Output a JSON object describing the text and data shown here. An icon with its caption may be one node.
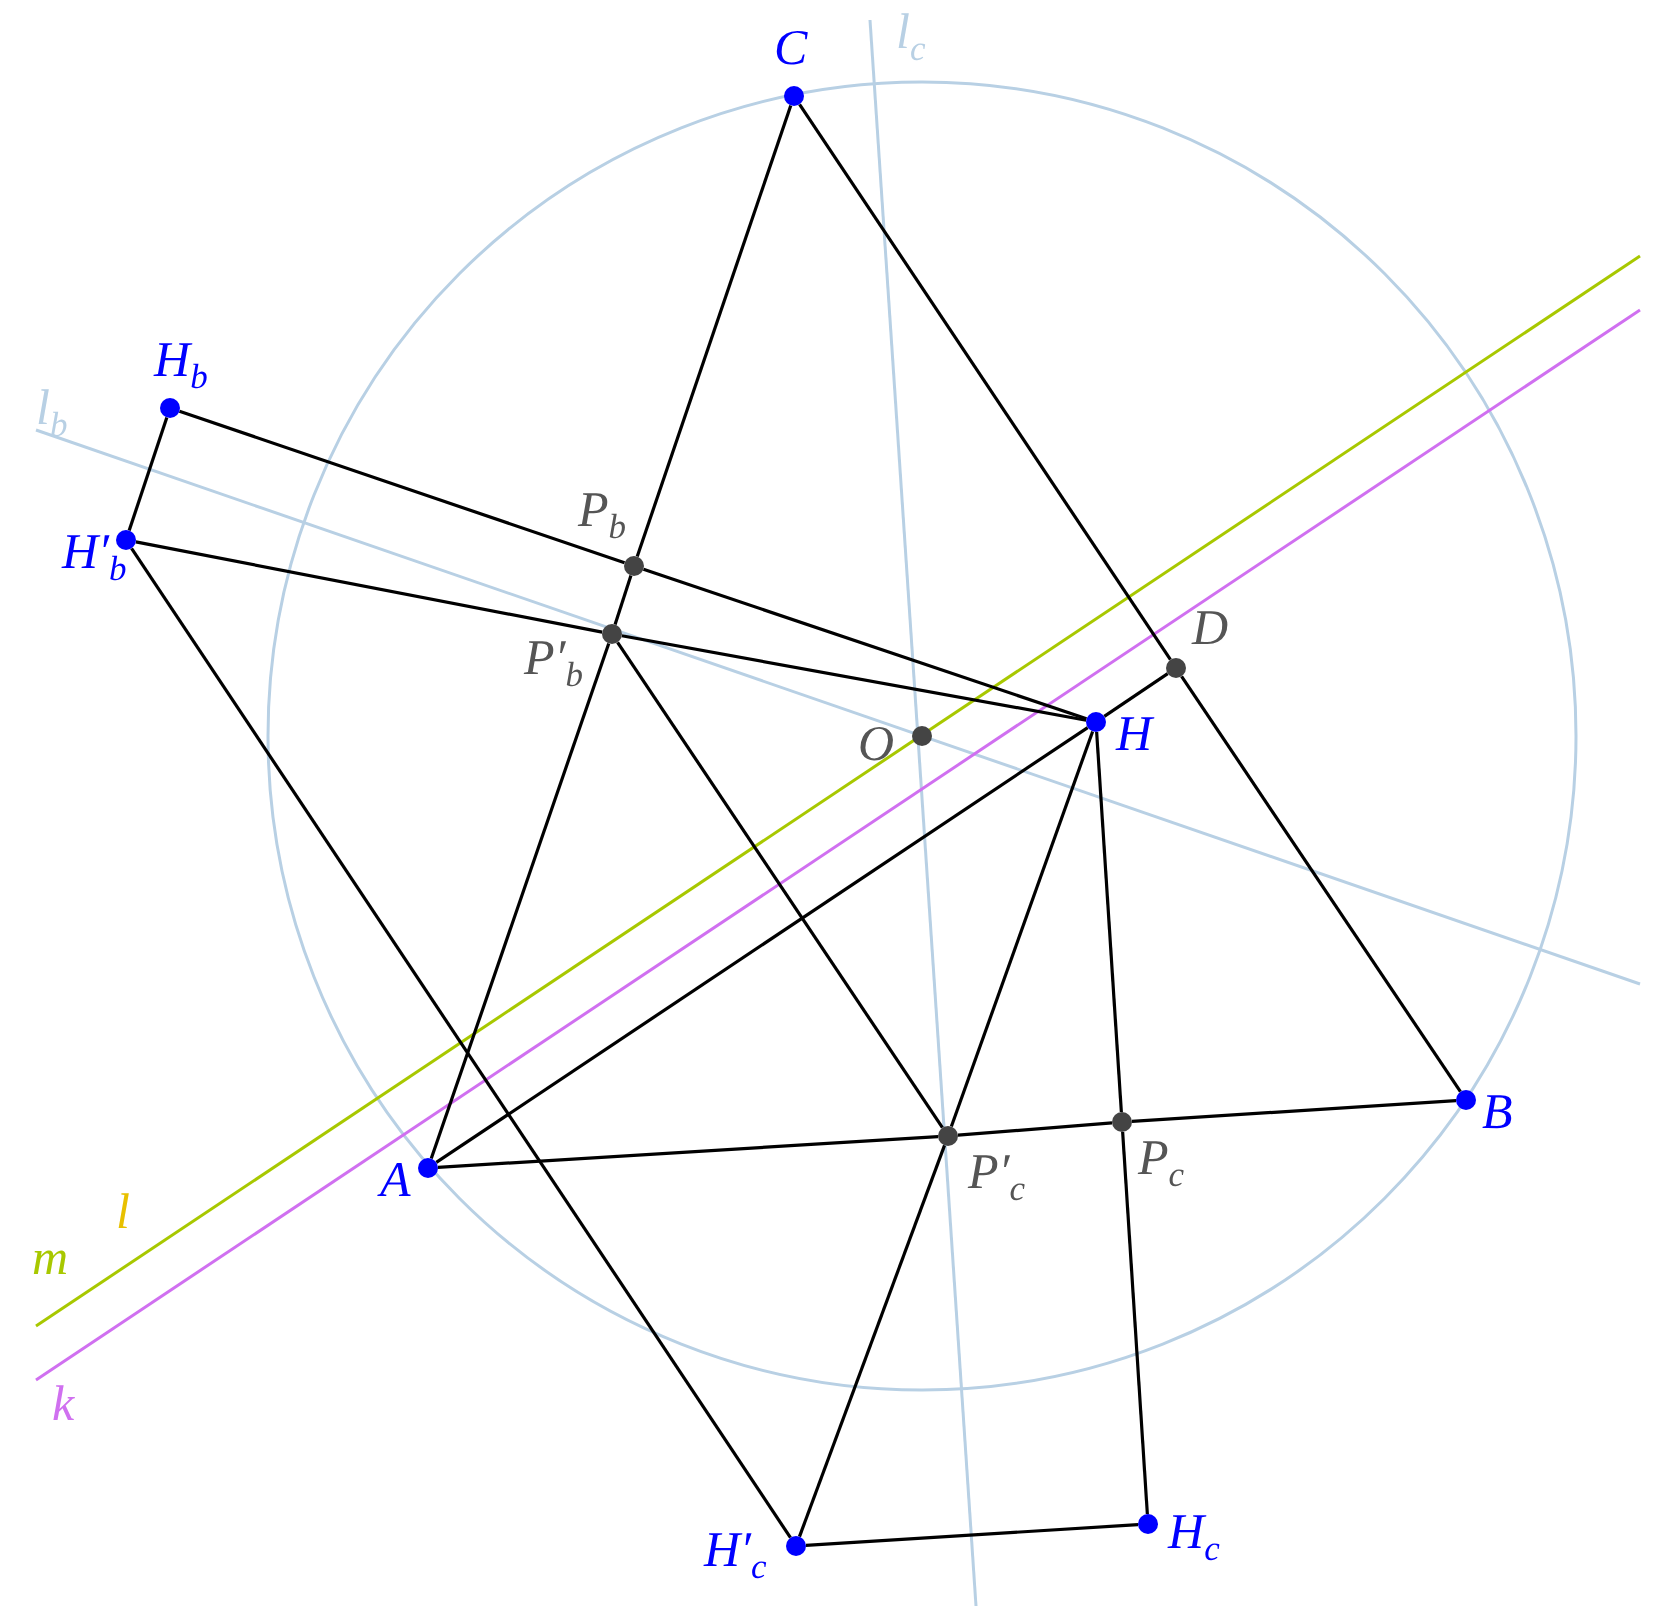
{
  "diagram": {
    "nodes": [
      {
        "text": [
          "C"
        ]
      },
      {
        "text": [
          "H$_{b}$"
        ]
      },
      {
        "text": [
          "H′$_{b}$"
        ]
      },
      {
        "text": [
          "P$_{b}$"
        ]
      },
      {
        "text": [
          "P′$_{b}$"
        ]
      },
      {
        "text": [
          "D"
        ]
      },
      {
        "text": [
          "O"
        ]
      },
      {
        "text": [
          "H"
        ]
      },
      {
        "text": [
          "A"
        ]
      },
      {
        "text": [
          "P′$_{c}$"
        ]
      },
      {
        "text": [
          "P$_{c}$"
        ]
      },
      {
        "text": [
          "B"
        ]
      },
      {
        "text": [
          "H′$_{c}$"
        ]
      },
      {
        "text": [
          "H$_{c}$"
        ]
      }
    ],
    "edges": [
      {
        "from": 0,
        "to": 3,
        "arrow": "none"
      },
      {
        "from": 3,
        "to": 4,
        "arrow": "none"
      },
      {
        "from": 4,
        "to": 8,
        "arrow": "none"
      },
      {
        "from": 0,
        "to": 5,
        "arrow": "none"
      },
      {
        "from": 5,
        "to": 11,
        "arrow": "none"
      },
      {
        "from": 8,
        "to": 9,
        "arrow": "none"
      },
      {
        "from": 9,
        "to": 10,
        "arrow": "none"
      },
      {
        "from": 10,
        "to": 11,
        "arrow": "none"
      },
      {
        "from": 1,
        "to": 3,
        "arrow": "none"
      },
      {
        "from": 3,
        "to": 7,
        "arrow": "none"
      },
      {
        "from": 2,
        "to": 4,
        "arrow": "none"
      },
      {
        "from": 4,
        "to": 7,
        "arrow": "none"
      },
      {
        "from": 1,
        "to": 2,
        "arrow": "none"
      },
      {
        "from": 2,
        "to": 12,
        "arrow": "none"
      },
      {
        "from": 4,
        "to": 9,
        "arrow": "none"
      },
      {
        "from": 12,
        "to": 9,
        "arrow": "none"
      },
      {
        "from": 9,
        "to": 7,
        "arrow": "none"
      },
      {
        "from": 7,
        "to": 10,
        "arrow": "none"
      },
      {
        "from": 10,
        "to": 13,
        "arrow": "none"
      },
      {
        "from": 13,
        "to": 12,
        "arrow": "none"
      },
      {
        "from": 8,
        "to": 7,
        "arrow": "none"
      },
      {
        "from": 7,
        "to": 5,
        "arrow": "none"
      }
    ],
    "labels": [
      "l$_{c}$",
      "l$_{b}$",
      "m",
      "l",
      "k"
    ]
  }
}
